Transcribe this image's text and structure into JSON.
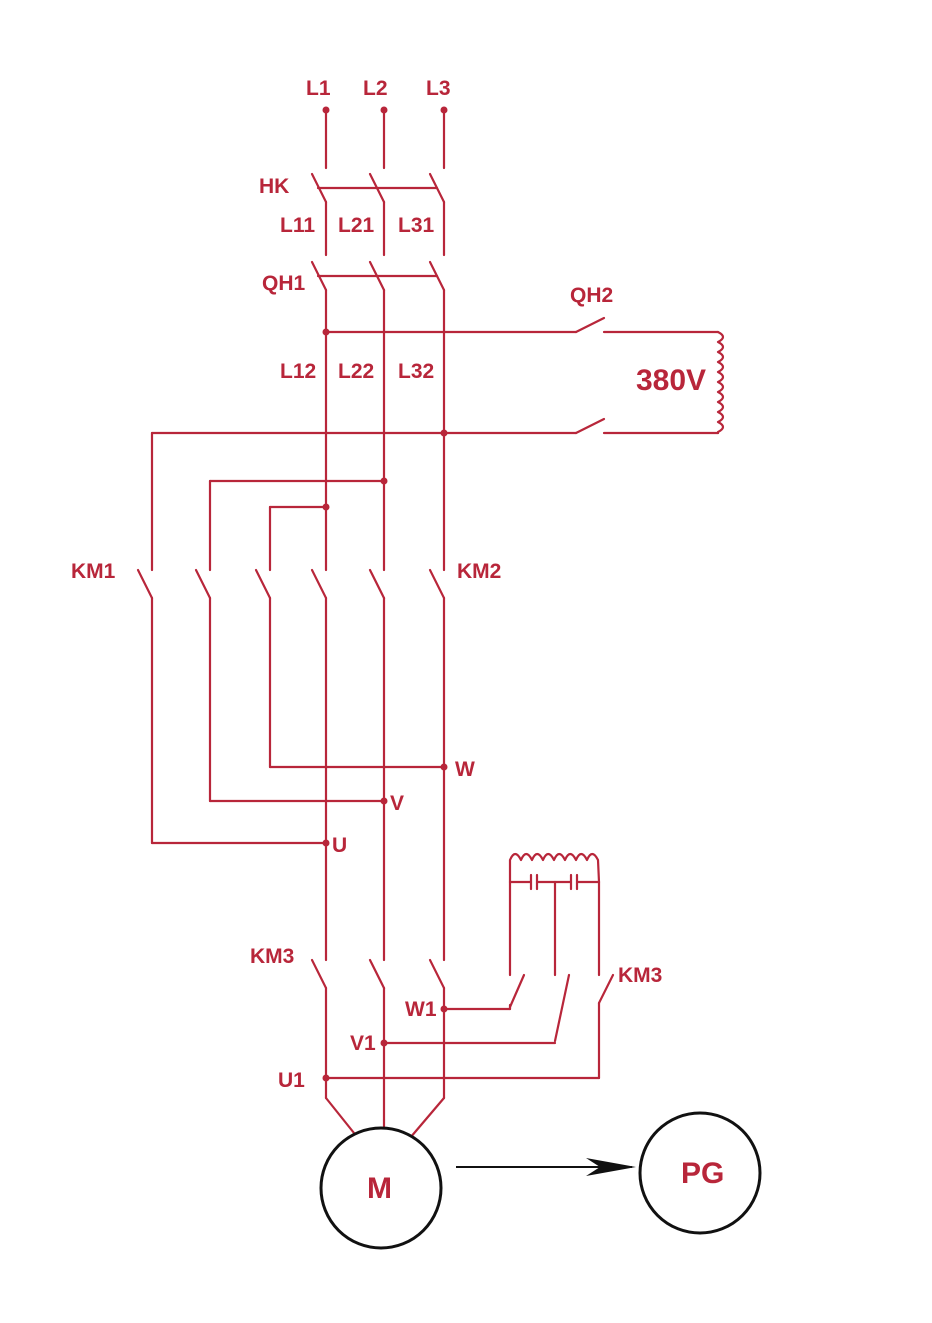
{
  "labels": {
    "l1": "L1",
    "l2": "L2",
    "l3": "L3",
    "hk": "HK",
    "l11": "L11",
    "l21": "L21",
    "l31": "L31",
    "qh1": "QH1",
    "qh2": "QH2",
    "l12": "L12",
    "l22": "L22",
    "l32": "L32",
    "voltage": "380V",
    "km1": "KM1",
    "km2": "KM2",
    "km3_left": "KM3",
    "km3_right": "KM3",
    "u": "U",
    "v": "V",
    "w": "W",
    "u1": "U1",
    "v1": "V1",
    "w1": "W1",
    "motor": "M",
    "generator": "PG"
  },
  "colors": {
    "wire": "#b8263a",
    "outline": "#111111"
  }
}
